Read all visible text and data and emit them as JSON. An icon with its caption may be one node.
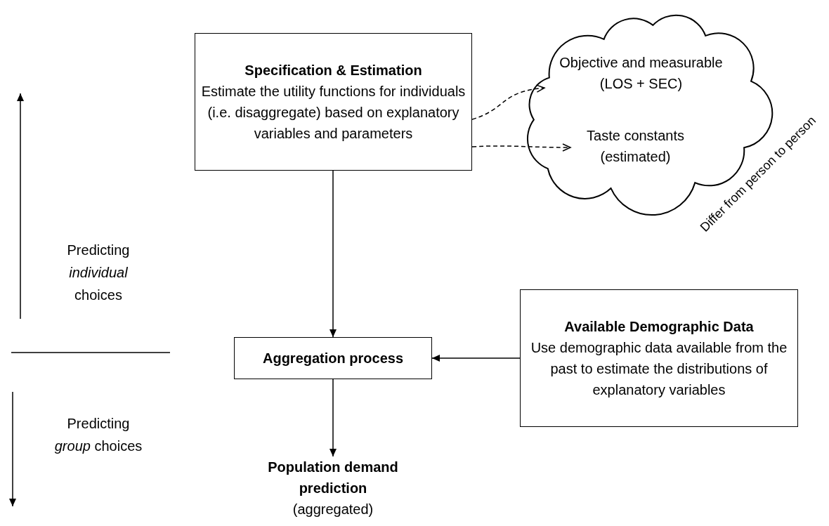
{
  "diagram": {
    "nodes": [
      {
        "text": [
          "Specification & Estimation",
          "Estimate the utility functions for individuals (i.e. disaggregate) based on explanatory variables and parameters"
        ]
      },
      {
        "text": [],
        "shape": "cloud",
        "beside": [
          "Differ from person to person"
        ]
      },
      {
        "text": [
          "Objective and measurable (LOS + SEC)"
        ],
        "in": 1
      },
      {
        "text": [
          "Taste constants (estimated)"
        ],
        "in": 1
      },
      {
        "text": [
          "Aggregation process"
        ]
      },
      {
        "text": [
          "Available Demographic Data",
          "Use demographic data available from the past to estimate the distributions of explanatory variables"
        ]
      },
      {
        "text": [
          "Population demand prediction",
          "(aggregated)"
        ]
      }
    ],
    "edges": [
      {
        "from": 0,
        "to": 2,
        "arrow": "to",
        "style": "dashed"
      },
      {
        "from": 0,
        "to": 3,
        "arrow": "to",
        "style": "dashed"
      },
      {
        "from": 0,
        "to": 4,
        "arrow": "to"
      },
      {
        "from": 5,
        "to": 4,
        "arrow": "to"
      },
      {
        "from": 4,
        "to": 6,
        "arrow": "to"
      }
    ],
    "labels": [
      "Predicting *individual* choices",
      "Predicting *group* choices"
    ]
  }
}
